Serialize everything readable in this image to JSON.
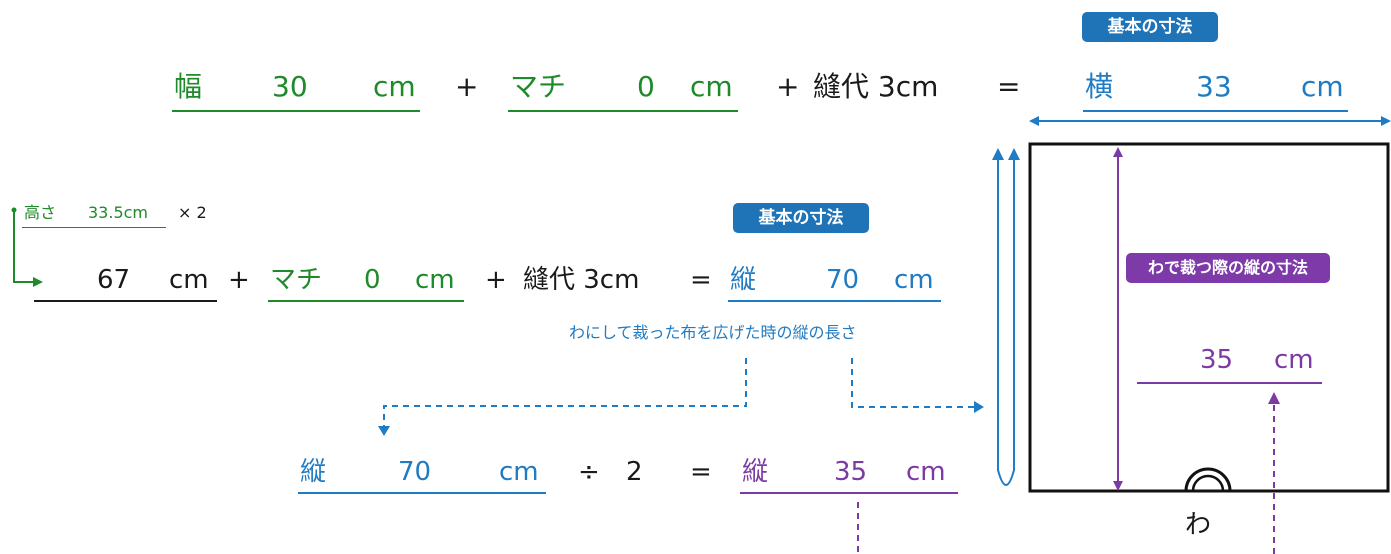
{
  "badges": {
    "basic_dimension_top": "基本の寸法",
    "basic_dimension_mid": "基本の寸法",
    "wa_cut": "わで裁つ際の縦の寸法"
  },
  "row1": {
    "width_label": "幅",
    "width_value": "30",
    "width_unit": "cm",
    "plus1": "+",
    "gusset_label": "マチ",
    "gusset_value": "0",
    "gusset_unit": "cm",
    "plus2": "+",
    "seam": "縫代 3cm",
    "equals": "=",
    "result_label": "横",
    "result_value": "33",
    "result_unit": "cm"
  },
  "height_note": {
    "label": "高さ",
    "value": "33.5cm",
    "times": "× 2"
  },
  "row2": {
    "value": "67",
    "unit": "cm",
    "plus1": "+",
    "gusset_label": "マチ",
    "gusset_value": "0",
    "gusset_unit": "cm",
    "plus2": "+",
    "seam": "縫代 3cm",
    "equals": "=",
    "result_label": "縦",
    "result_value": "70",
    "result_unit": "cm"
  },
  "caption": "わにして裁った布を広げた時の縦の長さ",
  "row3": {
    "label": "縦",
    "value": "70",
    "unit": "cm",
    "divide": "÷",
    "divisor": "2",
    "equals": "=",
    "result_label": "縦",
    "result_value": "35",
    "result_unit": "cm"
  },
  "diagram": {
    "height_value": "35",
    "height_unit": "cm",
    "fold_label": "わ"
  },
  "colors": {
    "green": "#1f8a2a",
    "blue": "#1f7bc3",
    "purple": "#7b3aa4",
    "badge_blue": "#1f73b7",
    "badge_purple": "#7d3aa8"
  }
}
